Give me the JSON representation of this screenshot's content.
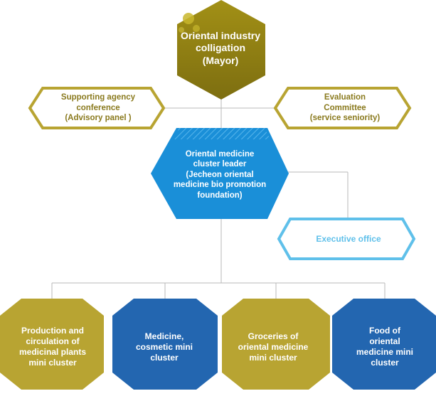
{
  "colors": {
    "olive_dark": "#8f7f12",
    "olive_light": "#b8a432",
    "olive_text": "#8a7a1e",
    "blue_mid": "#1a8fd8",
    "blue_dark": "#2366b0",
    "blue_light": "#5fc0ea",
    "connector": "#b9b9b9"
  },
  "diagram": {
    "top_node": {
      "label": "Oriental industry\ncolligation\n(Mayor)",
      "shape": "hexagon-vertical",
      "fill": "olive"
    },
    "supporting": {
      "label": "Supporting agency\nconference\n(Advisory panel )",
      "shape": "outlined-hexagon",
      "outline": "olive"
    },
    "evaluation": {
      "label": "Evaluation\nCommittee\n(service seniority)",
      "shape": "outlined-hexagon",
      "outline": "olive"
    },
    "leader": {
      "label": "Oriental medicine\ncluster leader\n(Jecheon oriental\nmedicine bio promotion\nfoundation)",
      "shape": "hexagon",
      "fill": "blue"
    },
    "executive": {
      "label": "Executive office",
      "shape": "outlined-hexagon",
      "outline": "light-blue"
    },
    "clusters": [
      {
        "label": "Production and\ncirculation of\nmedicinal plants\nmini cluster",
        "fill": "olive"
      },
      {
        "label": "Medicine,\ncosmetic mini\ncluster",
        "fill": "blue"
      },
      {
        "label": "Groceries of\noriental medicine\nmini cluster",
        "fill": "olive"
      },
      {
        "label": "Food of\noriental\nmedicine mini\ncluster",
        "fill": "blue"
      }
    ]
  }
}
